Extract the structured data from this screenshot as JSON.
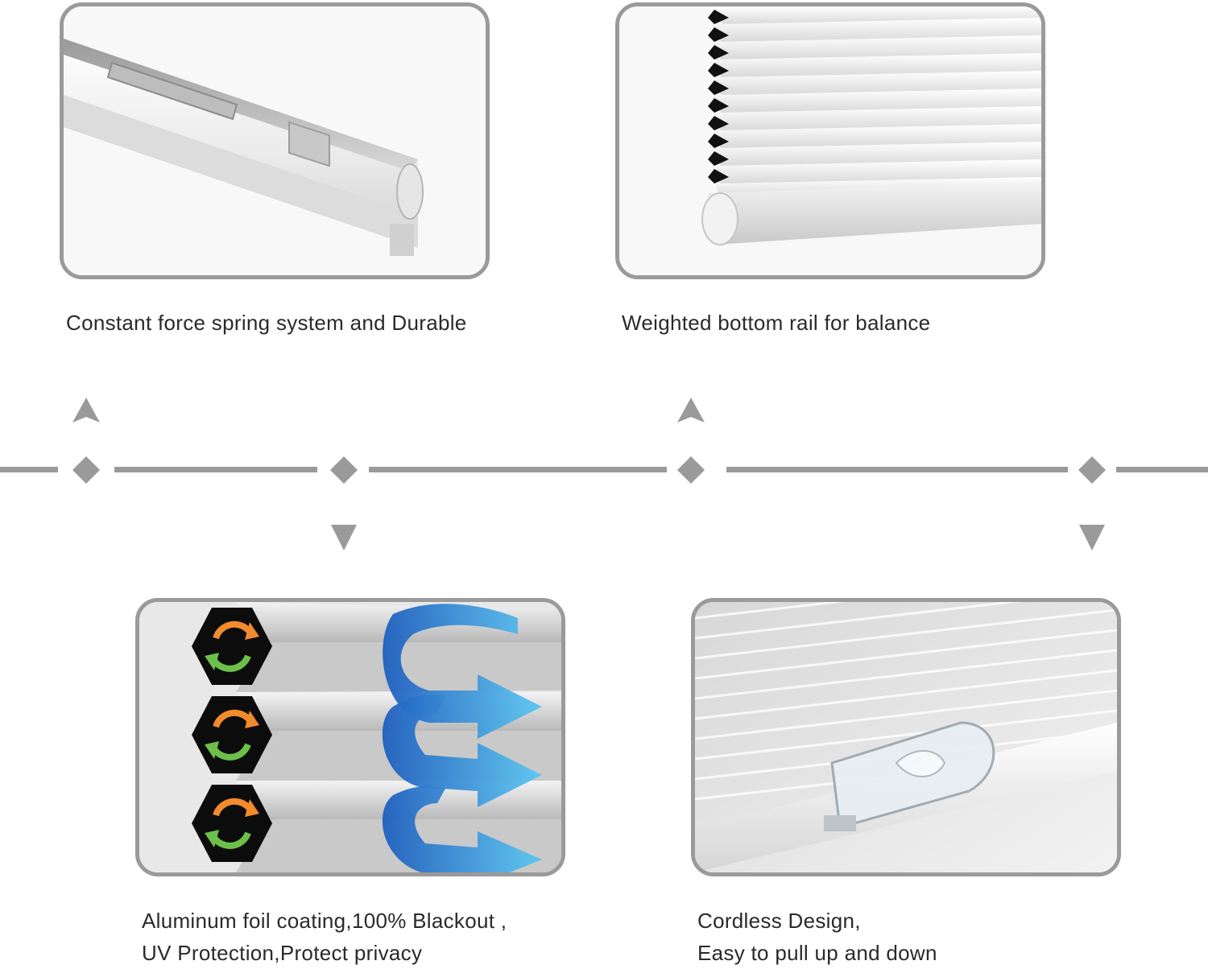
{
  "features": [
    {
      "lines": [
        "Constant force spring system and Durable"
      ],
      "icon": "headrail-spring-image"
    },
    {
      "lines": [
        "Weighted bottom rail for balance"
      ],
      "icon": "pleated-bottom-rail-image"
    },
    {
      "lines": [
        "Aluminum foil coating,100% Blackout ,",
        "UV Protection,Protect privacy"
      ],
      "icon": "honeycomb-insulation-image"
    },
    {
      "lines": [
        "Cordless Design,",
        "Easy to pull up and down"
      ],
      "icon": "cordless-handle-image"
    }
  ],
  "colors": {
    "frame": "#9a9a9a",
    "timeline": "#9a9a9a",
    "text": "#2a2a2a",
    "accent_blue": "#2f7fd6",
    "accent_orange": "#f28a2e",
    "accent_green": "#6cc04a"
  }
}
